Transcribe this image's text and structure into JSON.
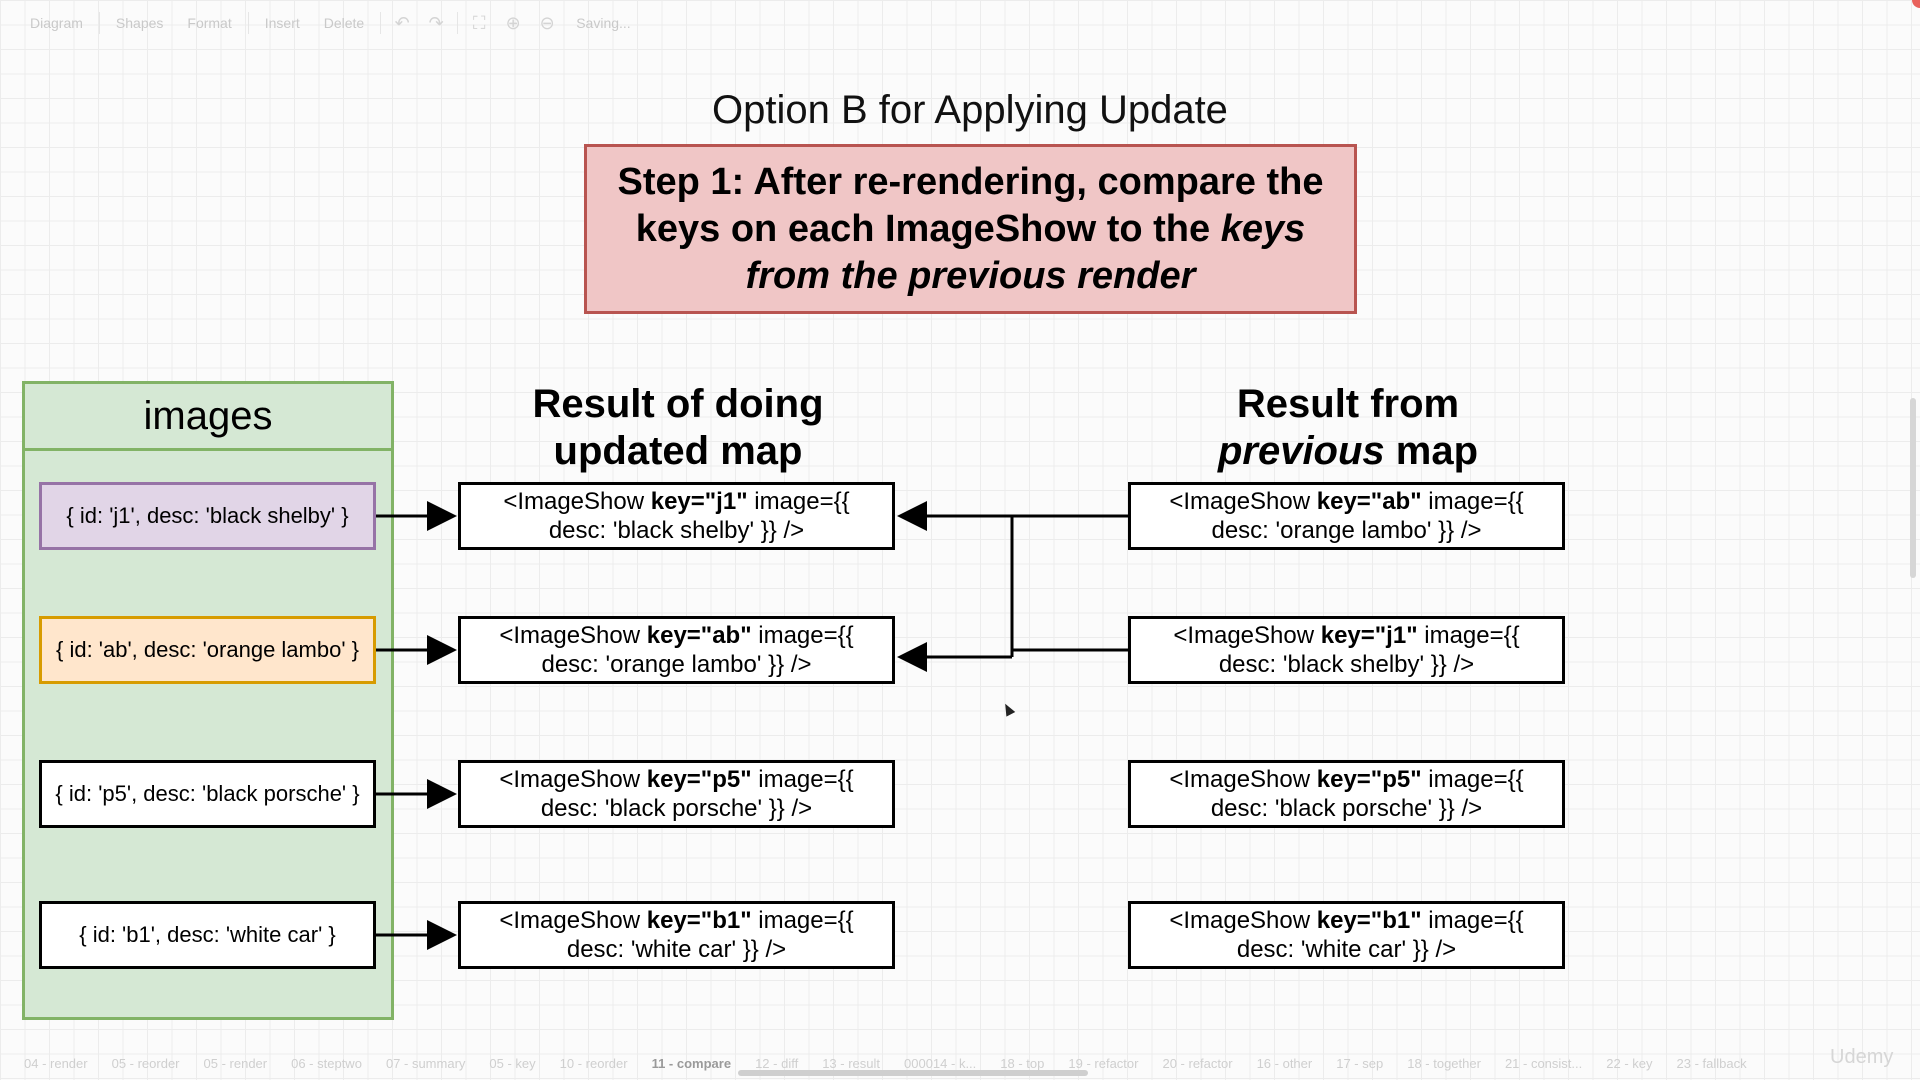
{
  "toolbar": {
    "diagram": "Diagram",
    "shapes": "Shapes",
    "format": "Format",
    "insert": "Insert",
    "delete": "Delete",
    "status": "Saving..."
  },
  "diagram_title": "Option B for Applying Update",
  "step": {
    "line1": "Step 1: After re-rendering, compare the",
    "line2a": "keys on each ImageShow to the ",
    "line2b": "keys",
    "line3": "from the previous render"
  },
  "images": {
    "title": "images",
    "items": [
      "{ id: 'j1', desc: 'black shelby' }",
      "{ id: 'ab', desc: 'orange lambo' }",
      "{ id: 'p5', desc: 'black porsche' }",
      "{ id: 'b1', desc: 'white car' }"
    ]
  },
  "updated_col": {
    "line1": "Result of doing",
    "line2": "updated map",
    "rows": [
      {
        "pre": "<ImageShow ",
        "key": "key=\"j1\"",
        "post": " image={{",
        "desc": "desc: 'black shelby' }} />"
      },
      {
        "pre": "<ImageShow ",
        "key": "key=\"ab\"",
        "post": " image={{",
        "desc": "desc: 'orange lambo' }} />"
      },
      {
        "pre": "<ImageShow ",
        "key": "key=\"p5\"",
        "post": " image={{",
        "desc": "desc: 'black porsche' }} />"
      },
      {
        "pre": "<ImageShow ",
        "key": "key=\"b1\"",
        "post": " image={{",
        "desc": "desc: 'white car' }} />"
      }
    ]
  },
  "previous_col": {
    "line1": "Result from",
    "line2a": "previous",
    "line2b": " map",
    "rows": [
      {
        "pre": "<ImageShow ",
        "key": "key=\"ab\"",
        "post": " image={{",
        "desc": "desc: 'orange lambo' }} />"
      },
      {
        "pre": "<ImageShow ",
        "key": "key=\"j1\"",
        "post": " image={{",
        "desc": "desc: 'black shelby' }} />"
      },
      {
        "pre": "<ImageShow ",
        "key": "key=\"p5\"",
        "post": " image={{",
        "desc": "desc: 'black porsche' }} />"
      },
      {
        "pre": "<ImageShow ",
        "key": "key=\"b1\"",
        "post": " image={{",
        "desc": "desc: 'white car' }} />"
      }
    ]
  },
  "pages": [
    "04 - render",
    "05 - reorder",
    "05 - render",
    "06 - steptwo",
    "07 - summary",
    "05 - key",
    "10 - reorder",
    "11 - compare",
    "12 - diff",
    "13 - result",
    "000014 - k...",
    "18 - top",
    "19 - refactor",
    "20 - refactor",
    "16 - other",
    "17 - sep",
    "18 - together",
    "21 - consist...",
    "22 - key",
    "23 - fallback"
  ],
  "active_page": "11 - compare",
  "watermark": "Udemy"
}
